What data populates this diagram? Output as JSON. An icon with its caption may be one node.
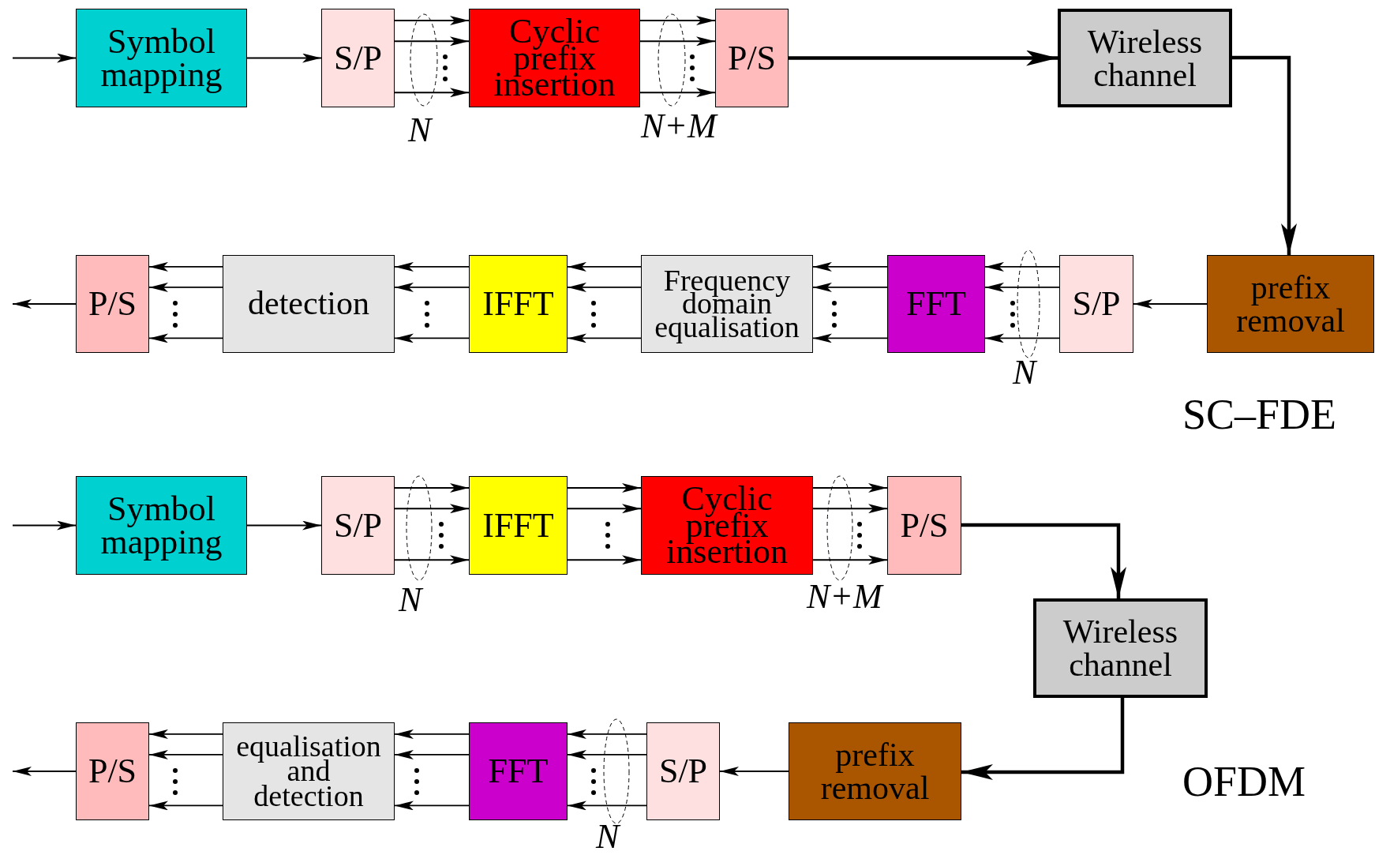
{
  "diagram": {
    "nodes": [
      {
        "text": [
          "Symbol mapping"
        ]
      },
      {
        "text": [
          "S/P"
        ]
      },
      {
        "text": [
          "Cyclic prefix insertion"
        ]
      },
      {
        "text": [
          "P/S"
        ]
      },
      {
        "text": [
          "Wireless channel"
        ]
      },
      {
        "text": [
          "prefix removal"
        ]
      },
      {
        "text": [
          "S/P"
        ]
      },
      {
        "text": [
          "FFT"
        ]
      },
      {
        "text": [
          "Frequency domain equalisation"
        ]
      },
      {
        "text": [
          "IFFT"
        ]
      },
      {
        "text": [
          "detection"
        ]
      },
      {
        "text": [
          "P/S"
        ]
      },
      {
        "text": [
          "Symbol mapping"
        ]
      },
      {
        "text": [
          "S/P"
        ]
      },
      {
        "text": [
          "IFFT"
        ]
      },
      {
        "text": [
          "Cyclic prefix insertion"
        ]
      },
      {
        "text": [
          "P/S"
        ]
      },
      {
        "text": [
          "Wireless channel"
        ]
      },
      {
        "text": [
          "prefix removal"
        ]
      },
      {
        "text": [
          "S/P"
        ]
      },
      {
        "text": [
          "FFT"
        ]
      },
      {
        "text": [
          "equalisation and detection"
        ]
      },
      {
        "text": [
          "P/S"
        ]
      }
    ],
    "edges": [
      {
        "from": null,
        "to": 0,
        "arrow": "to"
      },
      {
        "from": 0,
        "to": 1,
        "arrow": "to"
      },
      {
        "from": 1,
        "to": 2,
        "arrow": "to"
      },
      {
        "from": 1,
        "to": 2,
        "arrow": "to"
      },
      {
        "from": 1,
        "to": 2,
        "arrow": "to"
      },
      {
        "from": 2,
        "to": 3,
        "arrow": "to"
      },
      {
        "from": 2,
        "to": 3,
        "arrow": "to"
      },
      {
        "from": 2,
        "to": 3,
        "arrow": "to"
      },
      {
        "from": 3,
        "to": 4,
        "arrow": "to",
        "style": "thick"
      },
      {
        "from": 4,
        "to": 5,
        "arrow": "to",
        "style": "thick"
      },
      {
        "from": 5,
        "to": 6,
        "arrow": "to"
      },
      {
        "from": 6,
        "to": 7,
        "arrow": "to"
      },
      {
        "from": 6,
        "to": 7,
        "arrow": "to"
      },
      {
        "from": 6,
        "to": 7,
        "arrow": "to"
      },
      {
        "from": 7,
        "to": 8,
        "arrow": "to"
      },
      {
        "from": 7,
        "to": 8,
        "arrow": "to"
      },
      {
        "from": 7,
        "to": 8,
        "arrow": "to"
      },
      {
        "from": 8,
        "to": 9,
        "arrow": "to"
      },
      {
        "from": 8,
        "to": 9,
        "arrow": "to"
      },
      {
        "from": 8,
        "to": 9,
        "arrow": "to"
      },
      {
        "from": 9,
        "to": 10,
        "arrow": "to"
      },
      {
        "from": 9,
        "to": 10,
        "arrow": "to"
      },
      {
        "from": 9,
        "to": 10,
        "arrow": "to"
      },
      {
        "from": 10,
        "to": 11,
        "arrow": "to"
      },
      {
        "from": 10,
        "to": 11,
        "arrow": "to"
      },
      {
        "from": 10,
        "to": 11,
        "arrow": "to"
      },
      {
        "from": 11,
        "to": null,
        "arrow": "to"
      },
      {
        "from": null,
        "to": 12,
        "arrow": "to"
      },
      {
        "from": 12,
        "to": 13,
        "arrow": "to"
      },
      {
        "from": 13,
        "to": 14,
        "arrow": "to"
      },
      {
        "from": 13,
        "to": 14,
        "arrow": "to"
      },
      {
        "from": 13,
        "to": 14,
        "arrow": "to"
      },
      {
        "from": 14,
        "to": 15,
        "arrow": "to"
      },
      {
        "from": 14,
        "to": 15,
        "arrow": "to"
      },
      {
        "from": 14,
        "to": 15,
        "arrow": "to"
      },
      {
        "from": 15,
        "to": 16,
        "arrow": "to"
      },
      {
        "from": 15,
        "to": 16,
        "arrow": "to"
      },
      {
        "from": 15,
        "to": 16,
        "arrow": "to"
      },
      {
        "from": 16,
        "to": 17,
        "arrow": "to",
        "style": "thick"
      },
      {
        "from": 17,
        "to": 18,
        "arrow": "to",
        "style": "thick"
      },
      {
        "from": 18,
        "to": 19,
        "arrow": "to"
      },
      {
        "from": 19,
        "to": 20,
        "arrow": "to"
      },
      {
        "from": 19,
        "to": 20,
        "arrow": "to"
      },
      {
        "from": 19,
        "to": 20,
        "arrow": "to"
      },
      {
        "from": 20,
        "to": 21,
        "arrow": "to"
      },
      {
        "from": 20,
        "to": 21,
        "arrow": "to"
      },
      {
        "from": 20,
        "to": 21,
        "arrow": "to"
      },
      {
        "from": 21,
        "to": 22,
        "arrow": "to"
      },
      {
        "from": 21,
        "to": 22,
        "arrow": "to"
      },
      {
        "from": 21,
        "to": 22,
        "arrow": "to"
      },
      {
        "from": 22,
        "to": null,
        "arrow": "to"
      }
    ],
    "labels": [
      "N",
      "N+M",
      "N",
      "SC–FDE",
      "N",
      "N+M",
      "N",
      "OFDM"
    ]
  }
}
